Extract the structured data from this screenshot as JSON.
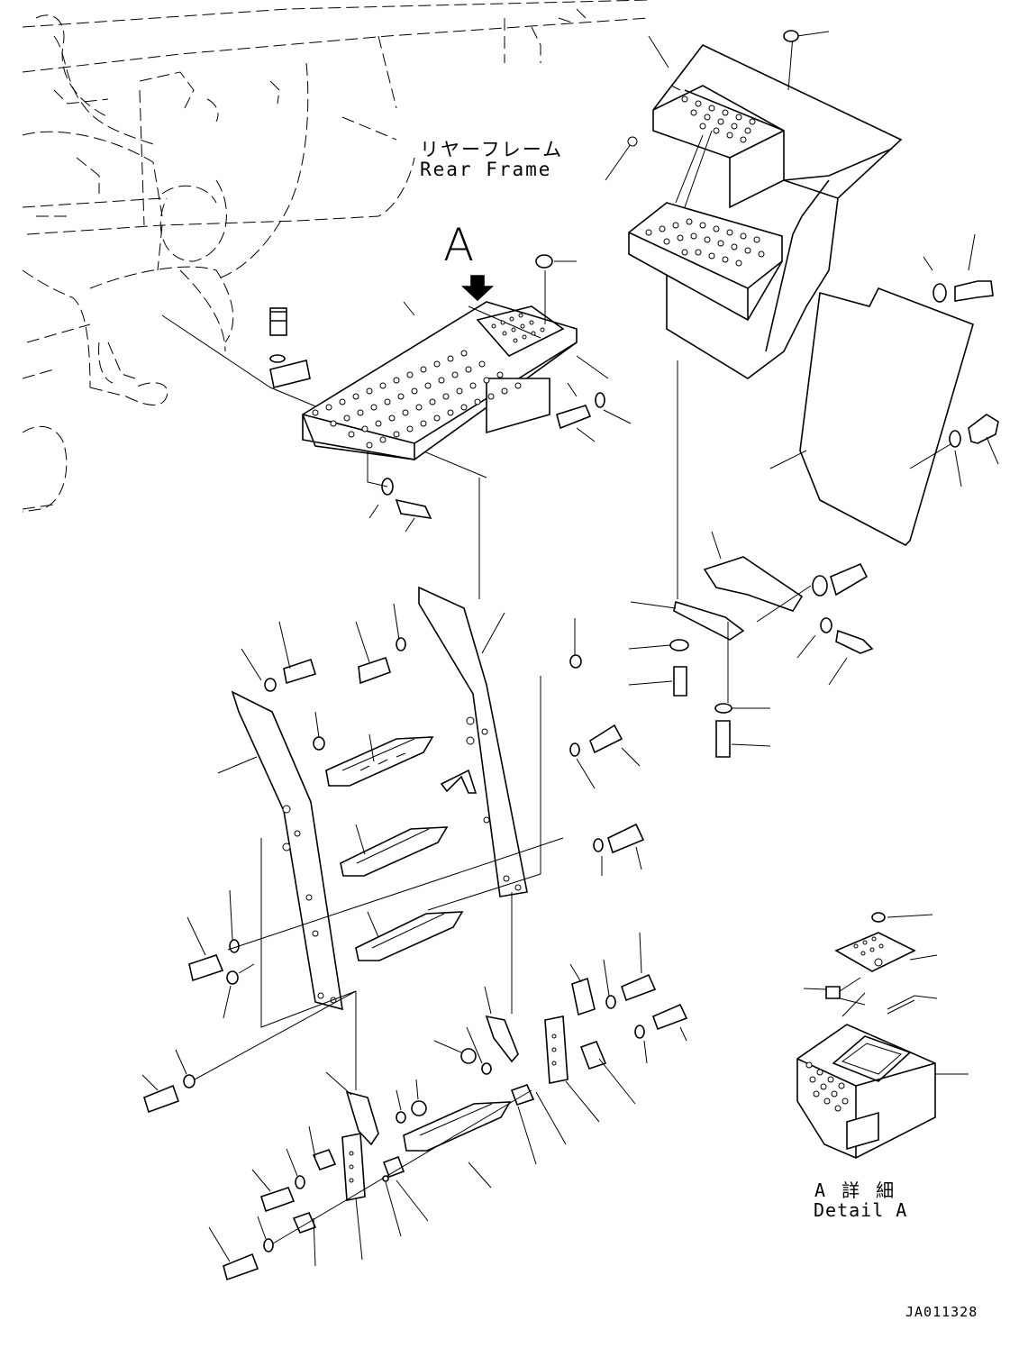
{
  "labels": {
    "rear_frame_jp": "リヤーフレーム",
    "rear_frame_en": "Rear Frame",
    "callout": "A",
    "detail_jp": "A 詳 細",
    "detail_en": "Detail A",
    "drawing_number": "JA011328"
  }
}
